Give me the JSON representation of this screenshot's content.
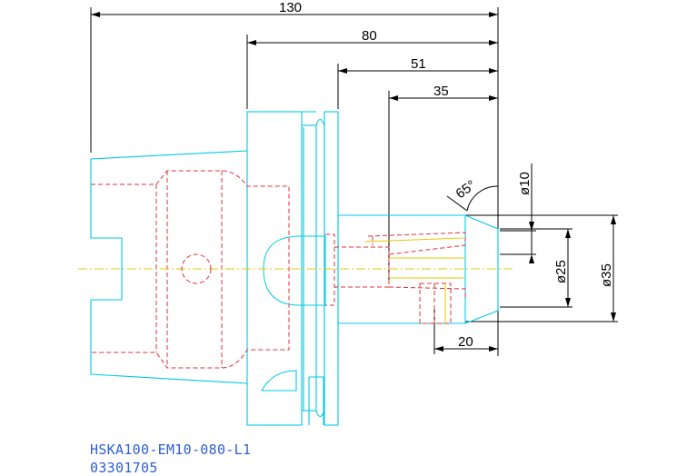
{
  "dimensions": {
    "d130": "130",
    "d80": "80",
    "d51": "51",
    "d35": "35",
    "d20": "20",
    "angle": "65°",
    "dia10": "ø10",
    "dia25": "ø25",
    "dia35": "ø35"
  },
  "part_number": "HSKA100-EM10-080-L1",
  "part_code": "03301705",
  "colors": {
    "outline": "#00c8e6",
    "hidden": "#e0303a",
    "centerline": "#e6c800",
    "dimension": "#000000",
    "label": "#2c5fd8"
  }
}
